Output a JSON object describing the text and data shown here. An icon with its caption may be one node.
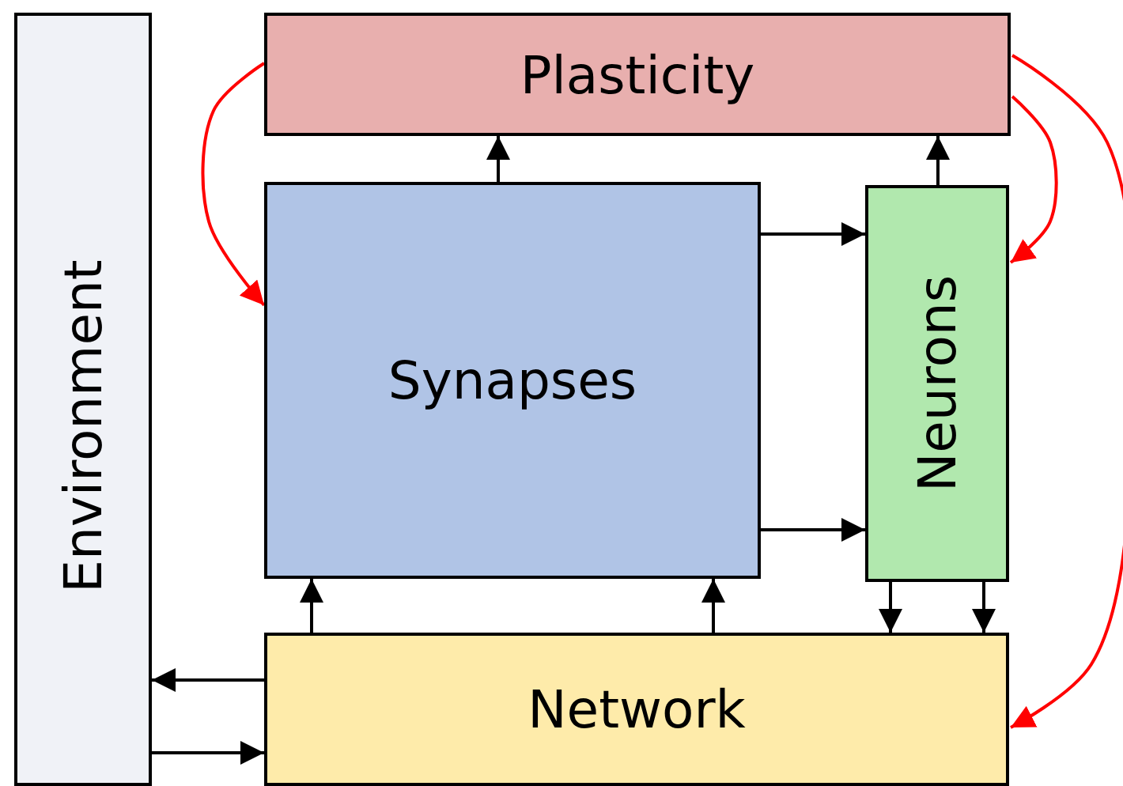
{
  "diagram": {
    "nodes": [
      {
        "text": [
          "Environment"
        ]
      },
      {
        "text": [
          "Plasticity"
        ]
      },
      {
        "text": [
          "Synapses"
        ]
      },
      {
        "text": [
          "Neurons"
        ]
      },
      {
        "text": [
          "Network"
        ]
      }
    ],
    "edges": [
      {
        "from": 2,
        "to": 1,
        "arrow": "to"
      },
      {
        "from": 3,
        "to": 1,
        "arrow": "to"
      },
      {
        "from": 2,
        "to": 3,
        "arrow": "to"
      },
      {
        "from": 2,
        "to": 3,
        "arrow": "to"
      },
      {
        "from": 4,
        "to": 2,
        "arrow": "to"
      },
      {
        "from": 4,
        "to": 2,
        "arrow": "to"
      },
      {
        "from": 3,
        "to": 4,
        "arrow": "to"
      },
      {
        "from": 3,
        "to": 4,
        "arrow": "to"
      },
      {
        "from": 4,
        "to": 0,
        "arrow": "to"
      },
      {
        "from": 0,
        "to": 4,
        "arrow": "to"
      },
      {
        "from": 1,
        "to": 2,
        "arrow": "to",
        "color": "#ff0000"
      },
      {
        "from": 1,
        "to": 3,
        "arrow": "to",
        "color": "#ff0000"
      },
      {
        "from": 1,
        "to": 4,
        "arrow": "to",
        "color": "#ff0000"
      }
    ]
  }
}
